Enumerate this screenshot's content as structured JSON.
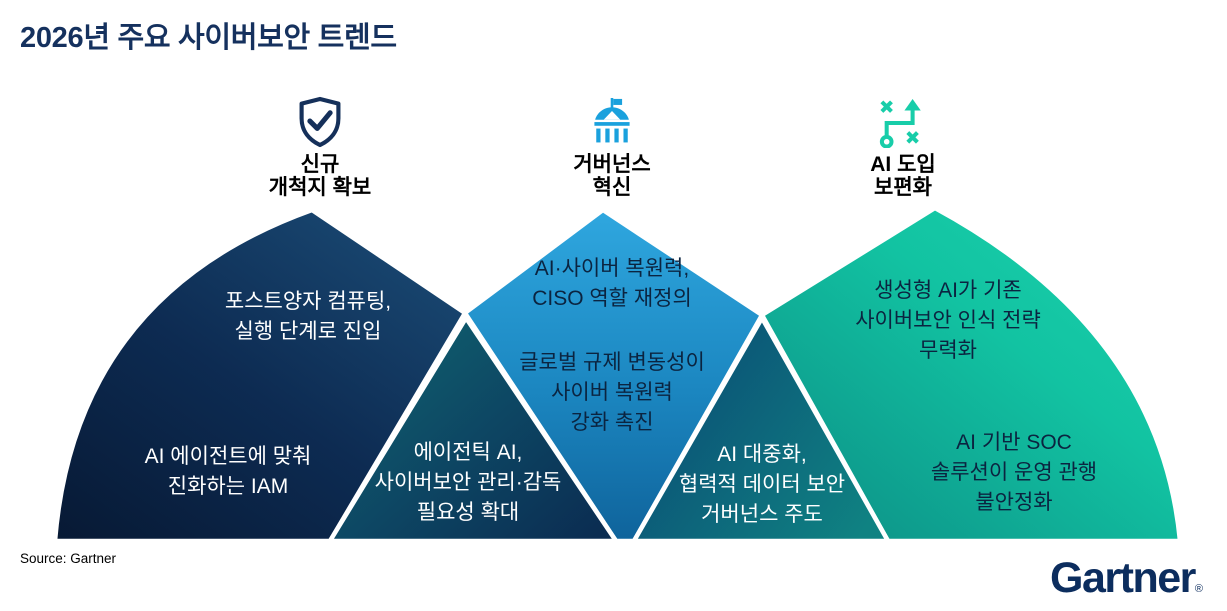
{
  "title": "2026년 주요 사이버보안 트렌드",
  "columns": [
    {
      "icon": "shield-check-icon",
      "header": [
        "신규",
        "개척지 확보"
      ]
    },
    {
      "icon": "capitol-icon",
      "header": [
        "거버넌스",
        "혁신"
      ]
    },
    {
      "icon": "strategy-path-icon",
      "header": [
        "AI 도입",
        "보편화"
      ]
    }
  ],
  "texts": {
    "left_top": [
      "포스트양자 컴퓨팅,",
      "실행 단계로 진입"
    ],
    "left_bottom": [
      "AI 에이전트에 맞춰",
      "진화하는 IAM"
    ],
    "mid_top": [
      "AI·사이버 복원력,",
      "CISO 역할 재정의"
    ],
    "mid_bottom": [
      "글로벌 규제 변동성이",
      "사이버 복원력",
      "강화 촉진"
    ],
    "overlap_left": [
      "에이전틱 AI,",
      "사이버보안 관리·감독",
      "필요성 확대"
    ],
    "overlap_right": [
      "AI 대중화,",
      "협력적 데이터 보안",
      "거버넌스 주도"
    ],
    "right_top": [
      "생성형 AI가 기존",
      "사이버보안 인식 전략",
      "무력화"
    ],
    "right_bottom": [
      "AI 기반 SOC",
      "솔루션이 운영 관행",
      "불안정화"
    ]
  },
  "footer": {
    "source": "Source: Gartner",
    "logo": "Gartner",
    "logo_reg": "®"
  },
  "colors": {
    "title_text": "#15315e",
    "header_text": "#000000",
    "light_text": "#ffffff",
    "dark_text": "#0b2440",
    "navy_mountain": [
      "#071934",
      "#0d2b52",
      "#1a4a74"
    ],
    "blue_mountain": [
      "#2fa7df",
      "#1b86c0",
      "#0f639b"
    ],
    "teal_mountain": [
      "#0c8b84",
      "#12c3a2",
      "#1dd3ad"
    ],
    "overlap_left_shape": [
      "#106771",
      "#0d4663",
      "#0b2d52"
    ],
    "overlap_right_shape": [
      "#0b4a74",
      "#0f8282"
    ],
    "shield_icon": "#15305a",
    "capitol_icon": "#1aa1dd",
    "strategy_icon": "#18cda9",
    "logo_color": "#0c2d5e"
  }
}
